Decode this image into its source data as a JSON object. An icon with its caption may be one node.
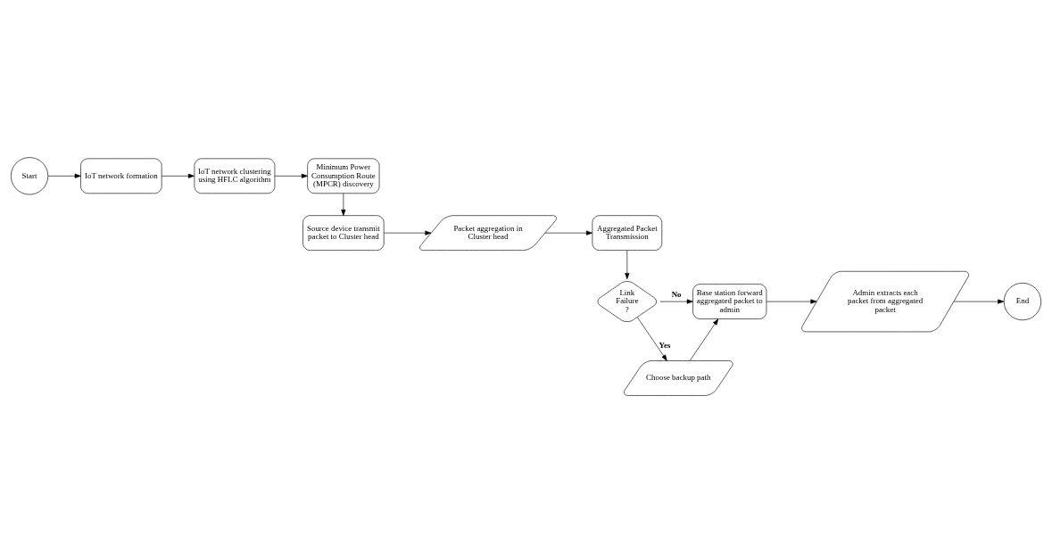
{
  "diagram": {
    "nodes": [
      {
        "text": [
          "Start"
        ]
      },
      {
        "text": [
          "IoT network formation"
        ]
      },
      {
        "text": [
          "IoT network clustering using HFLC algorithm"
        ]
      },
      {
        "text": [
          "Minimum Power Consumption Route (MPCR) discovery"
        ]
      },
      {
        "text": [
          "Source device transmit packet to Cluster head"
        ]
      },
      {
        "text": [
          "Packet aggregation in Cluster head"
        ]
      },
      {
        "text": [
          "Aggregated Packet Transmission"
        ]
      },
      {
        "text": [
          "Link Failure ?"
        ]
      },
      {
        "text": [
          "Base station forward aggregated packet to admin"
        ]
      },
      {
        "text": [
          "Admin extracts each packet from aggregated packet"
        ]
      },
      {
        "text": [
          "End"
        ]
      },
      {
        "text": [
          "Choose backup path"
        ]
      }
    ],
    "edges": [
      {
        "from": 0,
        "to": 1,
        "arrow": "to"
      },
      {
        "from": 1,
        "to": 2,
        "arrow": "to"
      },
      {
        "from": 2,
        "to": 3,
        "arrow": "to"
      },
      {
        "from": 3,
        "to": 4,
        "arrow": "to"
      },
      {
        "from": 4,
        "to": 5,
        "arrow": "to"
      },
      {
        "from": 5,
        "to": 6,
        "arrow": "to"
      },
      {
        "from": 6,
        "to": 7,
        "arrow": "to"
      },
      {
        "from": 7,
        "to": 8,
        "arrow": "to",
        "label": "No"
      },
      {
        "from": 8,
        "to": 9,
        "arrow": "to"
      },
      {
        "from": 9,
        "to": 10,
        "arrow": "to"
      },
      {
        "from": 7,
        "to": 11,
        "arrow": "to",
        "label": "Yes"
      },
      {
        "from": 11,
        "to": 8,
        "arrow": "to"
      }
    ]
  }
}
